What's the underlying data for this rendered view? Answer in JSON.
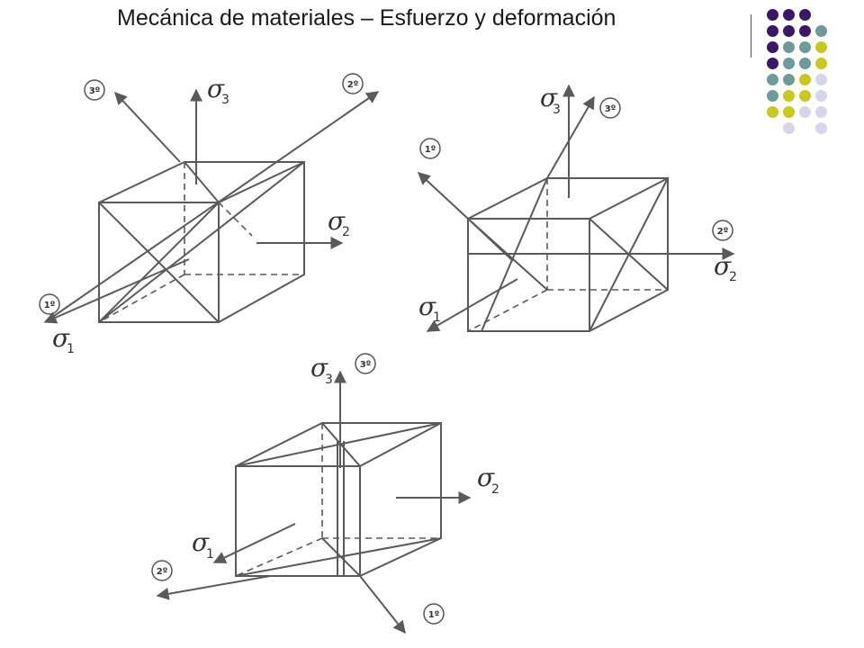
{
  "title": "Mecánica de materiales – Esfuerzo y deformación",
  "colors": {
    "purple": "#3b1768",
    "teal": "#6f9a9a",
    "lime": "#c8c81e",
    "lavender": "#d7d5e8",
    "line": "#5a5a5a"
  },
  "decor_dots": [
    [
      "purple",
      "purple",
      "purple",
      null
    ],
    [
      "purple",
      "purple",
      "purple",
      "teal"
    ],
    [
      "purple",
      "teal",
      "teal",
      "lime"
    ],
    [
      "purple",
      "teal",
      "teal",
      "lime"
    ],
    [
      "teal",
      "teal",
      "lime",
      "lavender"
    ],
    [
      "teal",
      "lime",
      "lime",
      "lavender"
    ],
    [
      "lime",
      "lime",
      "lavender",
      "lavender"
    ],
    [
      null,
      "lavender",
      null,
      "lavender"
    ]
  ],
  "labels": {
    "sigma": "σ",
    "sub1": "1",
    "sub2": "2",
    "sub3": "3",
    "dir1": "1º",
    "dir2": "2º",
    "dir3": "3º"
  }
}
